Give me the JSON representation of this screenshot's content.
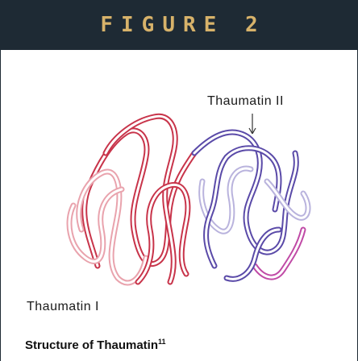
{
  "header": {
    "title": "FIGURE 2"
  },
  "diagram": {
    "label_top": "Thaumatin II",
    "label_bottom": "Thaumatin I"
  },
  "caption": {
    "text": "Structure of Thaumatin",
    "superscript": "11"
  },
  "colors": {
    "header_bg": "#1e2a34",
    "header_text": "#d7b26a",
    "strand_red": "#c8344a",
    "strand_pink": "#e9a3ad",
    "strand_purple": "#5a4aa8",
    "strand_lavender": "#b9b3dd",
    "strand_magenta": "#c04aa6"
  }
}
